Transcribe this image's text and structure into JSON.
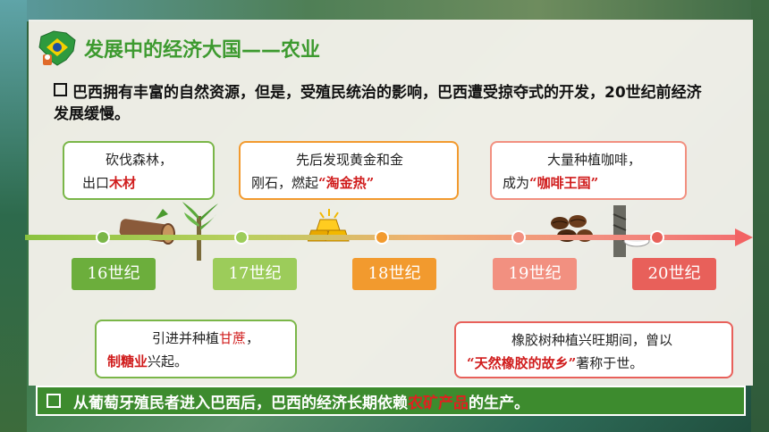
{
  "title": "发展中的经济大国——农业",
  "intro": "巴西拥有丰富的自然资源，但是，受殖民统治的影响，巴西遭受掠夺式的开发，20世纪前经济发展缓慢。",
  "eras": [
    "16世纪",
    "17世纪",
    "18世纪",
    "19世纪",
    "20世纪"
  ],
  "callouts": {
    "c16": {
      "line1": "砍伐森林，",
      "line2_pre": "出口",
      "line2_hl": "木材"
    },
    "c17": {
      "line1_pre": "引进并种植",
      "line1_hl": "甘蔗",
      "line1_post": "，",
      "line2_hl": "制糖业",
      "line2_post": "兴起。"
    },
    "c18": {
      "line1": "先后发现黄金和金",
      "line2_pre": "刚石，燃起",
      "line2_hl": "“淘金热”"
    },
    "c19": {
      "line1": "大量种植咖啡，",
      "line2_pre": "成为",
      "line2_hl": "“咖啡王国”"
    },
    "c20": {
      "line1": "橡胶树种植兴旺期间，曾以",
      "line2_hl": "“天然橡胶的故乡”",
      "line2_post": "著称于世。"
    }
  },
  "bottom": {
    "pre": "从葡萄牙殖民者进入巴西后，巴西的经济长期依赖",
    "hl": "农矿产品",
    "post": "的生产。"
  },
  "colors": {
    "green": "#7ab648",
    "orange": "#f29a2e",
    "salmon": "#f29080",
    "red": "#e8605a",
    "title": "#3d9a2f"
  },
  "icons": [
    "brazil-map-logo-icon",
    "log-icon",
    "sugarcane-icon",
    "gold-bars-icon",
    "coffee-beans-icon",
    "rubber-tree-icon"
  ]
}
